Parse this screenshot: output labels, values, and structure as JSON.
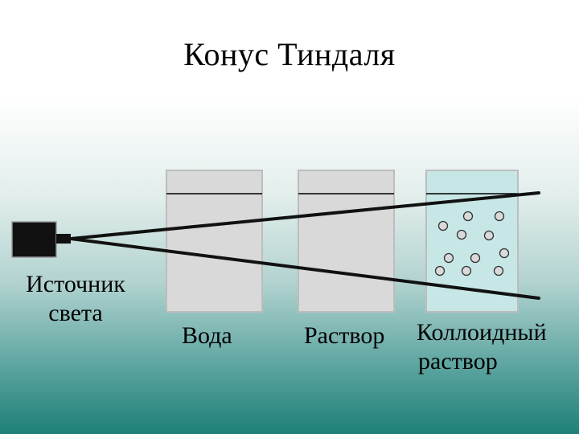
{
  "title": "Конус Тиндаля",
  "labels": {
    "source": "Источник\nсвета",
    "water": "Вода",
    "solution": "Раствор",
    "colloid": "Коллоидный\nраствор"
  },
  "colors": {
    "vessel_fill": "#d9d9d9",
    "colloid_fill": "#c7e6e6",
    "beam": "#111111",
    "particle_fill": "#d9d9d9",
    "source_fill": "#111111"
  }
}
